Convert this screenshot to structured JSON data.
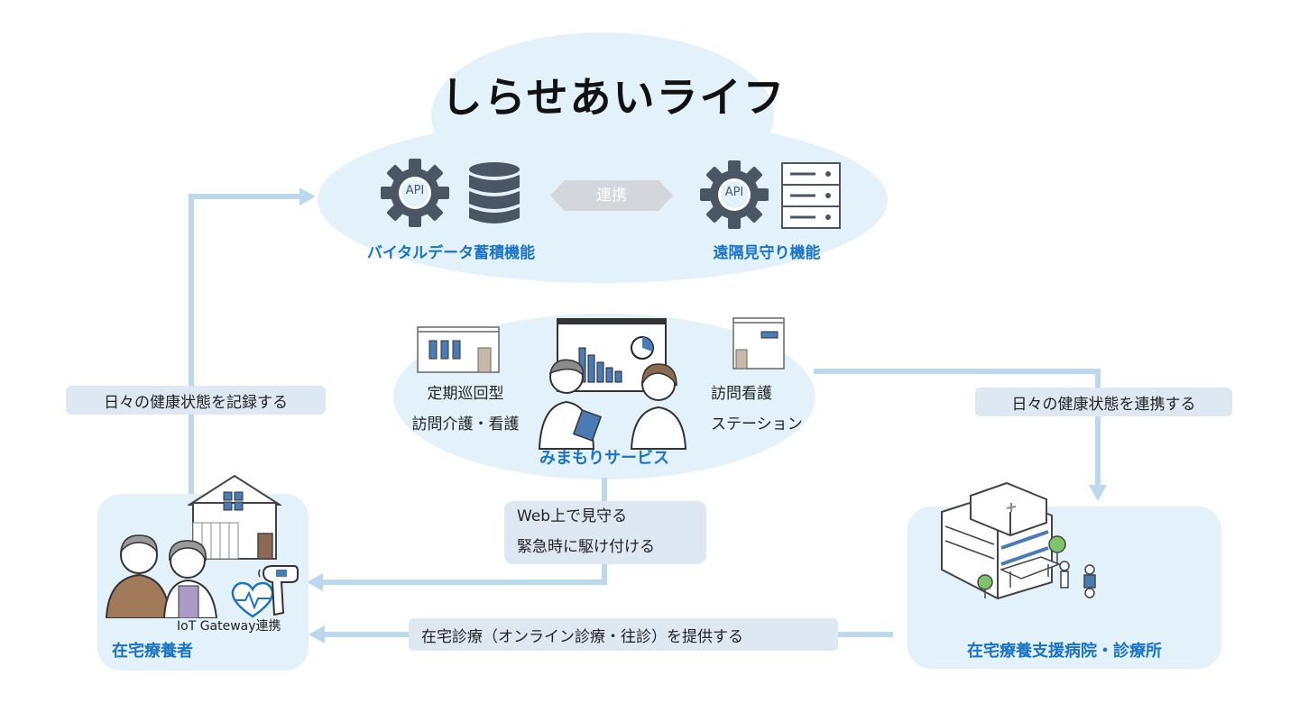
{
  "title": "しらせあいライフ",
  "cloud": {
    "left_label": "バイタルデータ蓄積機能",
    "right_label": "遠隔見守り機能",
    "link_label": "連携",
    "api_badge_left": "API",
    "api_badge_right": "API"
  },
  "service": {
    "label": "みまもりサービス",
    "left_lines": [
      "定期巡回型",
      "訪問介護・看護"
    ],
    "right_lines": [
      "訪問看護",
      "ステーション"
    ]
  },
  "arrows": {
    "record": "日々の健康状態を記録する",
    "share": "日々の健康状態を連携する",
    "watch_lines": [
      "Web上で見守る",
      "緊急時に駆け付ける"
    ],
    "provide": "在宅診療（オンライン診療・往診）を提供する"
  },
  "patient": {
    "label": "在宅療養者",
    "iot_label": "IoT Gateway連携"
  },
  "hospital": {
    "label": "在宅療養支援病院・診療所"
  },
  "colors": {
    "accent_blue": "#1a73c8",
    "panel_bg": "#e3f1fa",
    "arrow": "#bcd8ef",
    "pill_bg": "#dde8f3",
    "gear": "#4a5663"
  },
  "icons": [
    "api-gear-icon",
    "database-icon",
    "server-icon",
    "house-icon",
    "elderly-couple-icon",
    "thermometer-icon",
    "heart-monitor-icon",
    "building-icon",
    "dashboard-icon",
    "staff-icon",
    "hospital-icon"
  ]
}
